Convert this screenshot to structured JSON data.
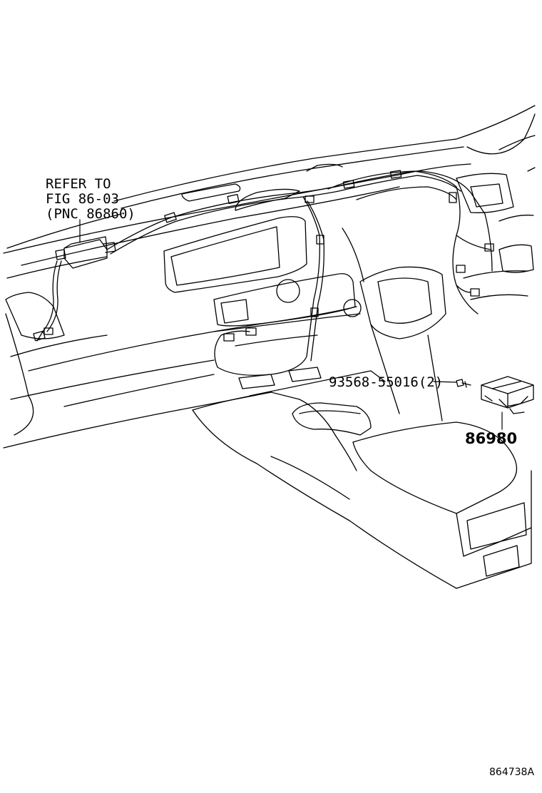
{
  "callouts": {
    "refer_line1": "REFER TO",
    "refer_line2": "FIG 86-03",
    "refer_line3": "(PNC 86860)",
    "screw_part": "93568-55016(2)",
    "ecu_part": "86980"
  },
  "figure_id": "864738A",
  "colors": {
    "ink": "#000000",
    "paper": "#ffffff"
  }
}
